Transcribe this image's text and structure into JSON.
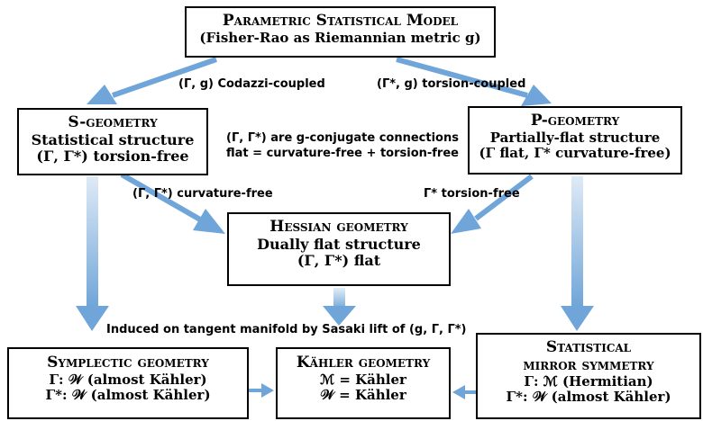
{
  "nodes": {
    "top": {
      "title": "Parametric Statistical Model",
      "subtitle": "(Fisher-Rao as Riemannian metric g)"
    },
    "s_geom": {
      "title": "S-geometry",
      "line1": "Statistical structure",
      "line2": "(Γ, Γ*) torsion-free"
    },
    "p_geom": {
      "title": "P-geometry",
      "line1": "Partially-flat structure",
      "line2": "(Γ flat, Γ* curvature-free)"
    },
    "hessian": {
      "title": "Hessian geometry",
      "line1": "Dually flat structure",
      "line2": "(Γ, Γ*) flat"
    },
    "symplectic": {
      "title": "Symplectic geometry",
      "line1": "Γ: 𝒲 (almost Kähler)",
      "line2": "Γ*: 𝒲 (almost Kähler)"
    },
    "kahler": {
      "title": "Kähler geometry",
      "line1": "ℳ = Kähler",
      "line2": "𝒲 = Kähler"
    },
    "mirror": {
      "title_line1": "Statistical",
      "title_line2": "mirror symmetry",
      "line1": "Γ: ℳ (Hermitian)",
      "line2": "Γ*: 𝒲 (almost Kähler)"
    }
  },
  "edge_labels": {
    "codazzi": "(Γ, g) Codazzi-coupled",
    "torsion_coupled": "(Γ*, g) torsion-coupled",
    "curvature_free": "(Γ, Γ*) curvature-free",
    "torsion_free": "Γ* torsion-free",
    "induced": "Induced on tangent manifold by Sasaki lift of (g, Γ, Γ*)"
  },
  "center_note": {
    "line1": "(Γ, Γ*) are g-conjugate connections",
    "line2": "flat = curvature-free + torsion-free"
  },
  "colors": {
    "arrow": "#6fa5d8",
    "arrow_light": "#c9def2",
    "border": "#000000"
  }
}
